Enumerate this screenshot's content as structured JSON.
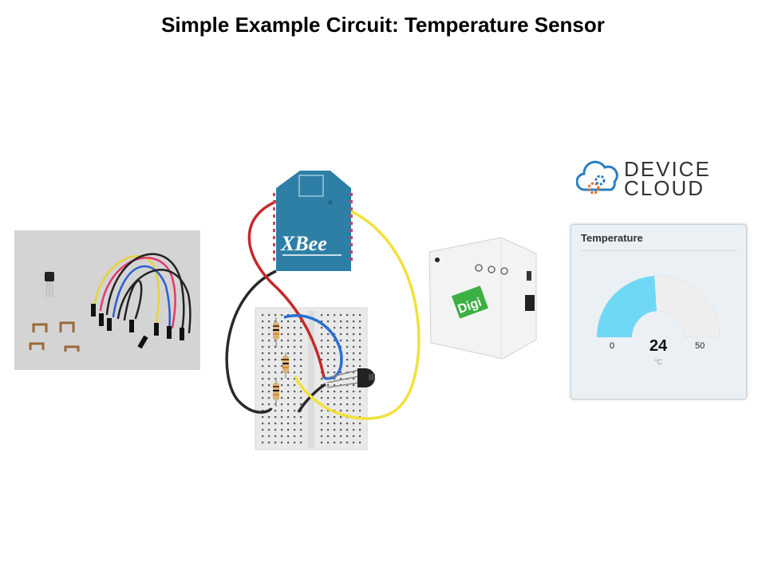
{
  "slide": {
    "title": "Simple Example Circuit: Temperature Sensor"
  },
  "xbee": {
    "label": "XBee"
  },
  "gateway": {
    "brand": "Digi"
  },
  "device_cloud": {
    "logo_line1": "DEVICE",
    "logo_line2": "CLOUD"
  },
  "widget": {
    "title": "Temperature",
    "gauge": {
      "min": "0",
      "max": "50",
      "value": "24",
      "unit": "°C",
      "fill_fraction": 0.48
    }
  },
  "colors": {
    "xbee_blue": "#2e7fa6",
    "gauge_fill": "#6fd8f5",
    "gauge_track": "#eeeeee",
    "wire_red": "#c62828",
    "wire_yellow": "#f2e13a",
    "wire_black": "#2a2a2a",
    "wire_blue": "#2a6fd1",
    "digi_green": "#3cb043"
  }
}
